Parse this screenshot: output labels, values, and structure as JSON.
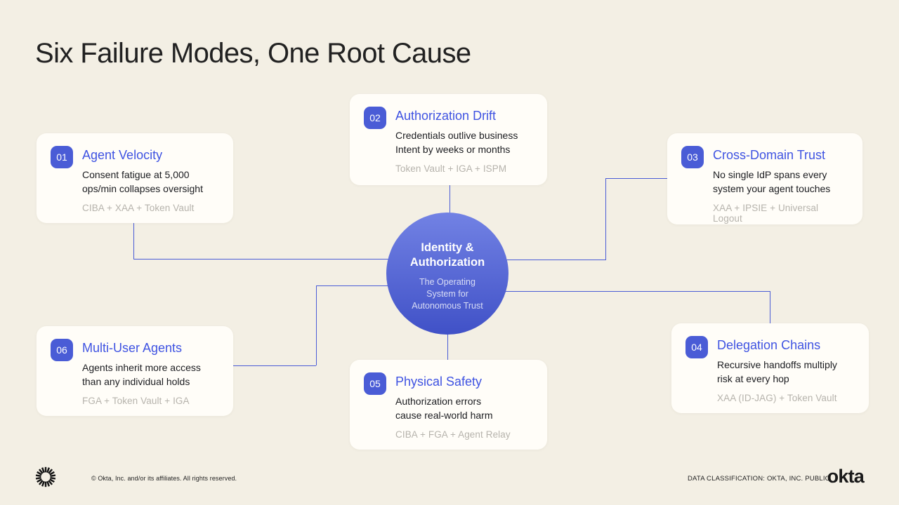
{
  "page": {
    "title": "Six Failure Modes, One Root Cause"
  },
  "center": {
    "title": "Identity &\nAuthorization",
    "subtitle": "The Operating\nSystem for\nAutonomous Trust"
  },
  "cards": [
    {
      "number": "01",
      "title": "Agent Velocity",
      "description": "Consent fatigue at 5,000\nops/min collapses oversight",
      "products": "CIBA + XAA + Token Vault"
    },
    {
      "number": "02",
      "title": "Authorization Drift",
      "description": "Credentials outlive business\nIntent by weeks or months",
      "products": "Token Vault + IGA + ISPM"
    },
    {
      "number": "03",
      "title": "Cross-Domain Trust",
      "description": "No single IdP spans every\nsystem your agent touches",
      "products": "XAA + IPSIE + Universal Logout"
    },
    {
      "number": "04",
      "title": "Delegation Chains",
      "description": "Recursive handoffs multiply\nrisk at every hop",
      "products": "XAA (ID-JAG) + Token Vault"
    },
    {
      "number": "05",
      "title": "Physical Safety",
      "description": "Authorization errors\ncause real-world harm",
      "products": "CIBA + FGA + Agent Relay"
    },
    {
      "number": "06",
      "title": "Multi-User Agents",
      "description": "Agents inherit more access\nthan any individual holds",
      "products": "FGA + Token Vault + IGA"
    }
  ],
  "footer": {
    "copyright": "© Okta, Inc. and/or its affiliates. All rights reserved.",
    "classification": "DATA CLASSIFICATION: OKTA, INC. PUBLIC",
    "brand": "okta"
  },
  "colors": {
    "background": "#f3efe4",
    "card_background": "#fffdf8",
    "accent_blue": "#4a5cd6",
    "title_blue": "#3f53e2",
    "circle_gradient_top": "#7282e4",
    "circle_gradient_bottom": "#4051c7",
    "muted_gray": "#b6b3ac",
    "text_dark": "#1b1c20"
  }
}
